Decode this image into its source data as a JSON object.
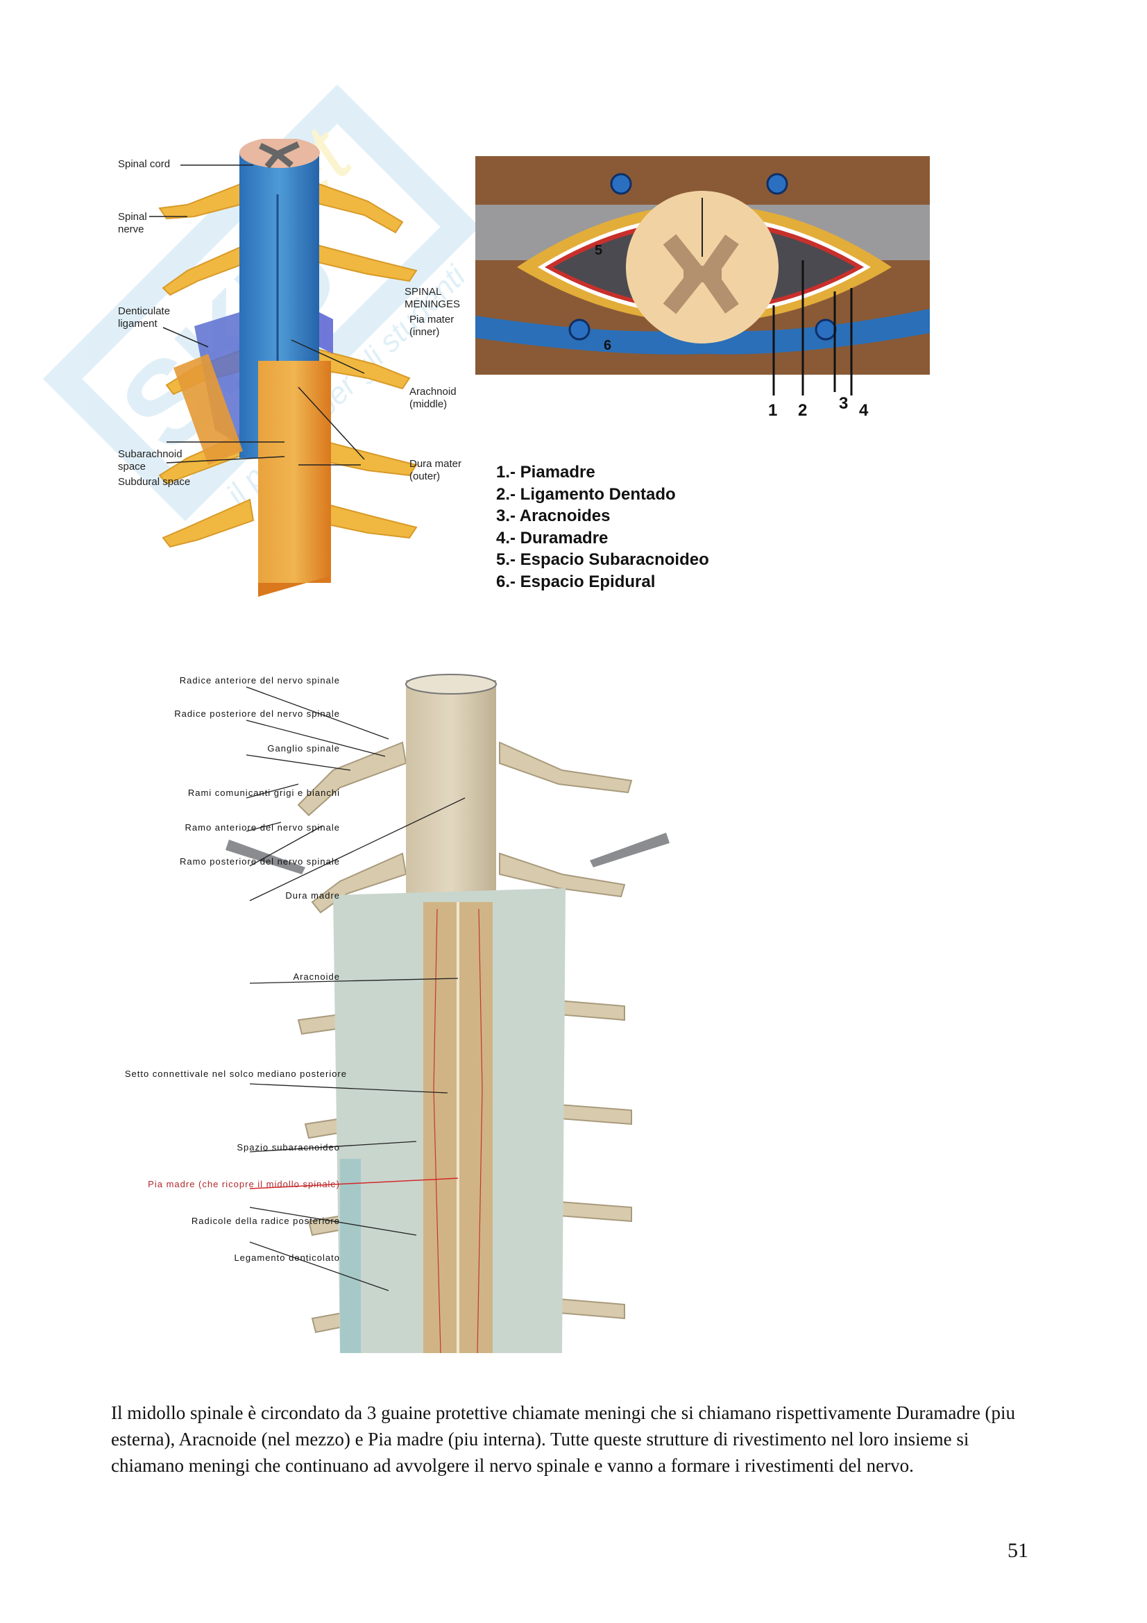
{
  "watermark": {
    "brand": "SKUOLA.net",
    "tagline": "il portale per gli studenti"
  },
  "figure1": {
    "labels": {
      "spinal_cord": "Spinal cord",
      "spinal_nerve_1": "Spinal",
      "spinal_nerve_2": "nerve",
      "denticulate_1": "Denticulate",
      "denticulate_2": "ligament",
      "meninges_1": "SPINAL",
      "meninges_2": "MENINGES",
      "pia_1": "Pia mater",
      "pia_2": "(inner)",
      "arachnoid_1": "Arachnoid",
      "arachnoid_2": "(middle)",
      "subarachnoid_1": "Subarachnoid",
      "subarachnoid_2": "space",
      "subdural": "Subdural space",
      "dura_1": "Dura mater",
      "dura_2": "(outer)"
    }
  },
  "figure2": {
    "callouts": [
      "1",
      "2",
      "3",
      "4",
      "5",
      "6"
    ],
    "legend": [
      "1.- Piamadre",
      "2.- Ligamento Dentado",
      "3.- Aracnoides",
      "4.- Duramadre",
      "5.- Espacio Subaracnoideo",
      "6.- Espacio Epidural"
    ]
  },
  "figure3": {
    "labels": [
      "Radice anteriore del nervo spinale",
      "Radice posteriore del nervo spinale",
      "Ganglio spinale",
      "Rami comunicanti grigi e bianchi",
      "Ramo anteriore del nervo spinale",
      "Ramo posteriore del nervo spinale",
      "Dura madre",
      "Aracnoide",
      "Setto connettivale nel solco mediano posteriore",
      "Spazio subaracnoideo",
      "Pia madre (che ricopre il midollo spinale)",
      "Radicole della radice posteriore",
      "Legamento denticolato"
    ],
    "highlight_color": "#b0282c"
  },
  "body": {
    "paragraph": "Il midollo spinale è circondato da 3 guaine protettive chiamate meningi che si chiamano rispettivamente Duramadre (piu esterna), Aracnoide (nel mezzo) e Pia madre (piu interna). Tutte queste strutture di rivestimento nel loro insieme si chiamano meningi che continuano ad avvolgere il nervo spinale e vanno a formare i rivestimenti del nervo."
  },
  "page_number": "51"
}
